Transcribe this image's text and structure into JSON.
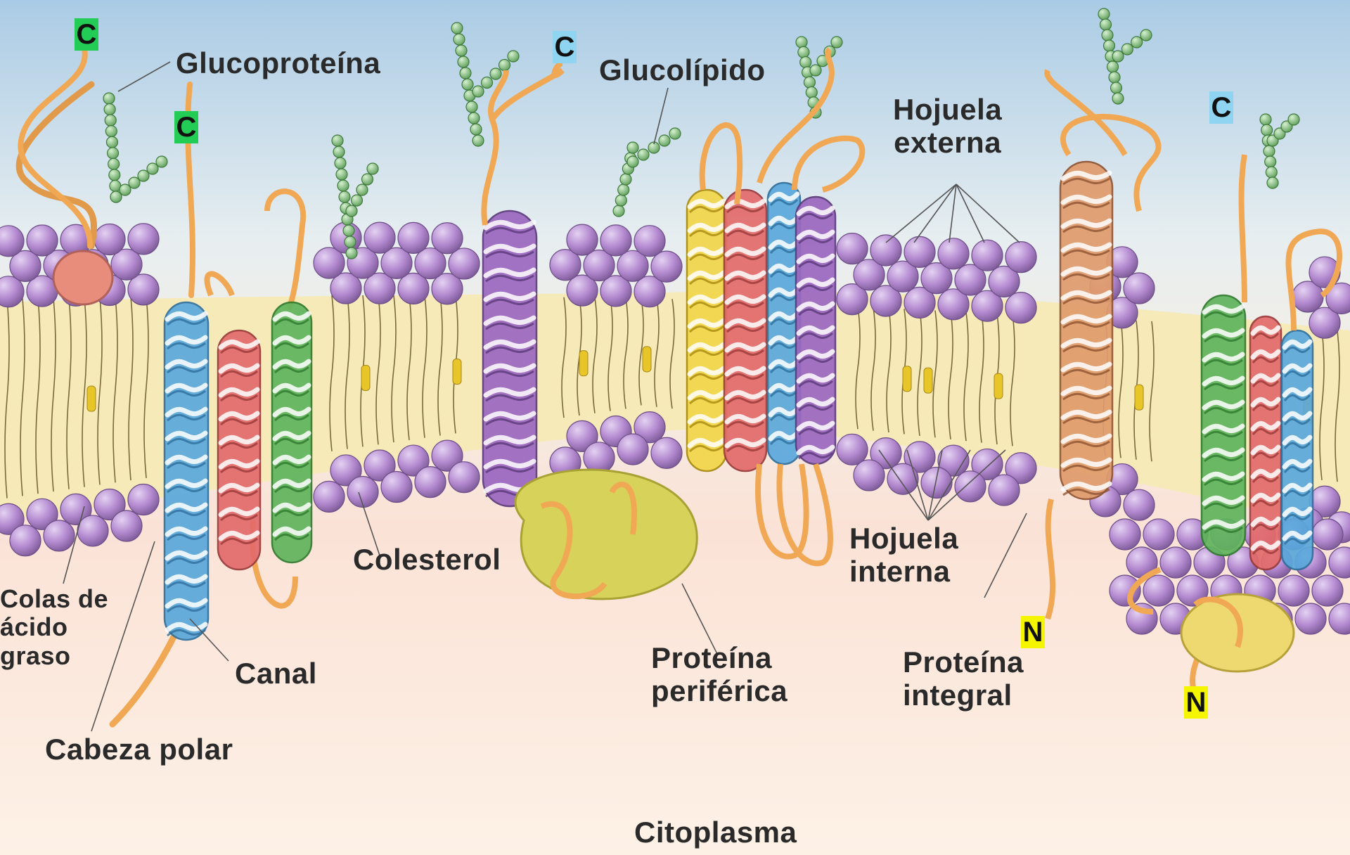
{
  "labels": {
    "glucoproteina": "Glucoproteína",
    "glucolipido": "Glucolípido",
    "hojuela_externa_1": "Hojuela",
    "hojuela_externa_2": "externa",
    "hojuela_interna_1": "Hojuela",
    "hojuela_interna_2": "interna",
    "colesterol": "Colesterol",
    "colas_1": "Colas de",
    "colas_2": "ácido",
    "colas_3": "graso",
    "canal": "Canal",
    "cabeza_polar": "Cabeza polar",
    "proteina_periferica_1": "Proteína",
    "proteina_periferica_2": "periférica",
    "proteina_integral_1": "Proteína",
    "proteina_integral_2": "integral",
    "citoplasma": "Citoplasma"
  },
  "terminals": {
    "c": "C",
    "n": "N"
  },
  "colors": {
    "sky_top": "#aacbe5",
    "cytoplasm": "#fbe4d8",
    "lipid_head": "#b48ad0",
    "lipid_tail_zone": "#f6eab8",
    "cholesterol": "#e8c62a",
    "chain": "#f0a855",
    "sugar": "#7fbf7a",
    "helix_blue": "#5aa8dc",
    "helix_red": "#e36b6b",
    "helix_green": "#5fb45c",
    "helix_purple": "#9b67c0",
    "helix_yellow": "#f2d64a",
    "helix_orange": "#e09b6c",
    "peripheral": "#d6d25a",
    "terminal_green": "#22cc55",
    "terminal_blue": "#8fd4f0",
    "terminal_yellow": "#f5f500"
  }
}
